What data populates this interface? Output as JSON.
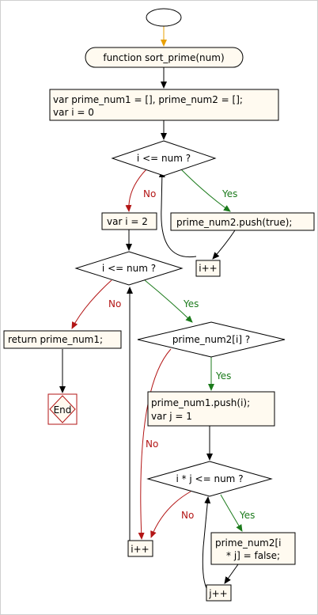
{
  "nodes": {
    "start_label": "",
    "func": "function sort_prime(num)",
    "init_line1": "var prime_num1 = [], prime_num2 = [];",
    "init_line2": "var i = 0",
    "cond1": "i <= num ?",
    "push_true": "prime_num2.push(true);",
    "inc_i_1": "i++",
    "set_i2": "var i = 2",
    "cond2": "i <= num ?",
    "return": "return prime_num1;",
    "end": "End",
    "cond3": "prime_num2[i] ?",
    "push_i_line1": "prime_num1.push(i);",
    "push_i_line2": "var j = 1",
    "cond4": "i * j <= num ?",
    "set_false_line1": "prime_num2[i",
    "set_false_line2": "* j] = false;",
    "inc_i_2": "i++",
    "inc_j": "j++"
  },
  "edges": {
    "yes": "Yes",
    "no": "No"
  },
  "colors": {
    "flow": "#000000",
    "start_arrow": "#e8a000",
    "yes": "#1b7a1b",
    "no": "#b31515",
    "box_fill": "#fffaf0",
    "end_border": "#b31515"
  }
}
